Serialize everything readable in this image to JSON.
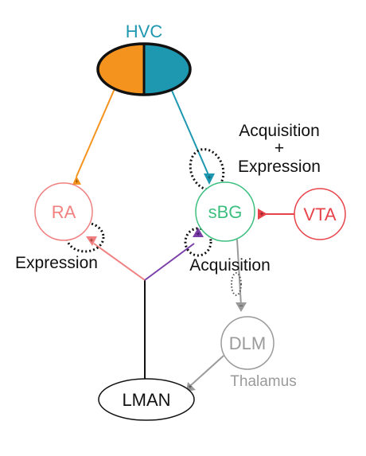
{
  "nodes": {
    "hvc": {
      "label": "HVC",
      "color_left": "#f5931f",
      "color_right": "#1e98b0",
      "label_color": "#1e98b0"
    },
    "ra": {
      "label": "RA",
      "color": "#f08080"
    },
    "sbg": {
      "label": "sBG",
      "color": "#3cbf7f"
    },
    "vta": {
      "label": "VTA",
      "color": "#e8434a"
    },
    "dlm": {
      "label": "DLM",
      "color": "#9a9a9a"
    },
    "lman": {
      "label": "LMAN",
      "color": "#111111"
    }
  },
  "annotations": {
    "acq_expr_top": "Acquisition",
    "acq_expr_plus": "+",
    "acq_expr_bottom": "Expression",
    "expression": "Expression",
    "acquisition": "Acquisition",
    "thalamus": "Thalamus"
  },
  "synapse_signs": {
    "hvc_ra": "+",
    "hvc_sbg": "+",
    "lman_ra": "+",
    "lman_sbg": "+",
    "vta_sbg": "+",
    "sbg_dlm": "−",
    "dlm_lman": "+"
  },
  "edge_colors": {
    "hvc_ra": "#f5931f",
    "hvc_sbg": "#1e98b0",
    "lman_ra": "#f08080",
    "lman_sbg": "#7a3fa8",
    "vta_sbg": "#e8434a",
    "sbg_dlm": "#9a9a9a",
    "dlm_lman": "#9a9a9a",
    "lman_trunk": "#111111"
  }
}
